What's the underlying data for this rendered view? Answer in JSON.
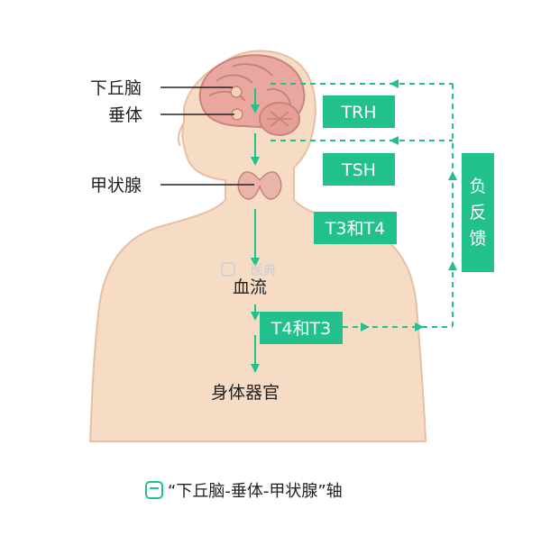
{
  "labels": {
    "hypothalamus": "下丘脑",
    "pituitary": "垂体",
    "thyroid": "甲状腺",
    "blood": "血流",
    "organs": "身体器官"
  },
  "boxes": {
    "trh": "TRH",
    "tsh": "TSH",
    "t3t4": "T3和T4",
    "t4t3": "T4和T3",
    "feedback": [
      "负",
      "反",
      "馈"
    ]
  },
  "caption": "“下丘脑-垂体-甲状腺”轴",
  "watermark": "医典",
  "colors": {
    "accent": "#22c08c",
    "skin": "#f6dcc4",
    "skin_outline": "#e8bfa2"
  }
}
